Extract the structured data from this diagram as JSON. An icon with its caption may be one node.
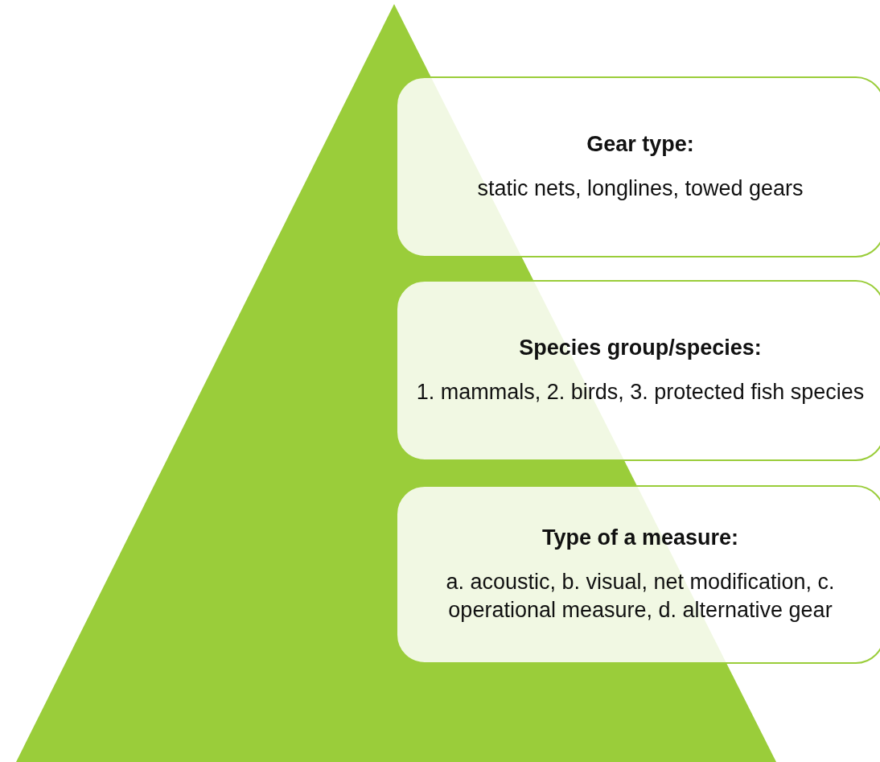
{
  "diagram": {
    "nodes": [
      {
        "text": [
          "Gear type:",
          "static nets, longlines, towed gears"
        ]
      },
      {
        "text": [
          "Species group/species:",
          "1. mammals, 2. birds, 3. protected fish species"
        ]
      },
      {
        "text": [
          "Type of a measure:",
          "a. acoustic, b. visual, net modification, c. operational measure, d. alternative gear"
        ]
      }
    ],
    "edges": []
  }
}
